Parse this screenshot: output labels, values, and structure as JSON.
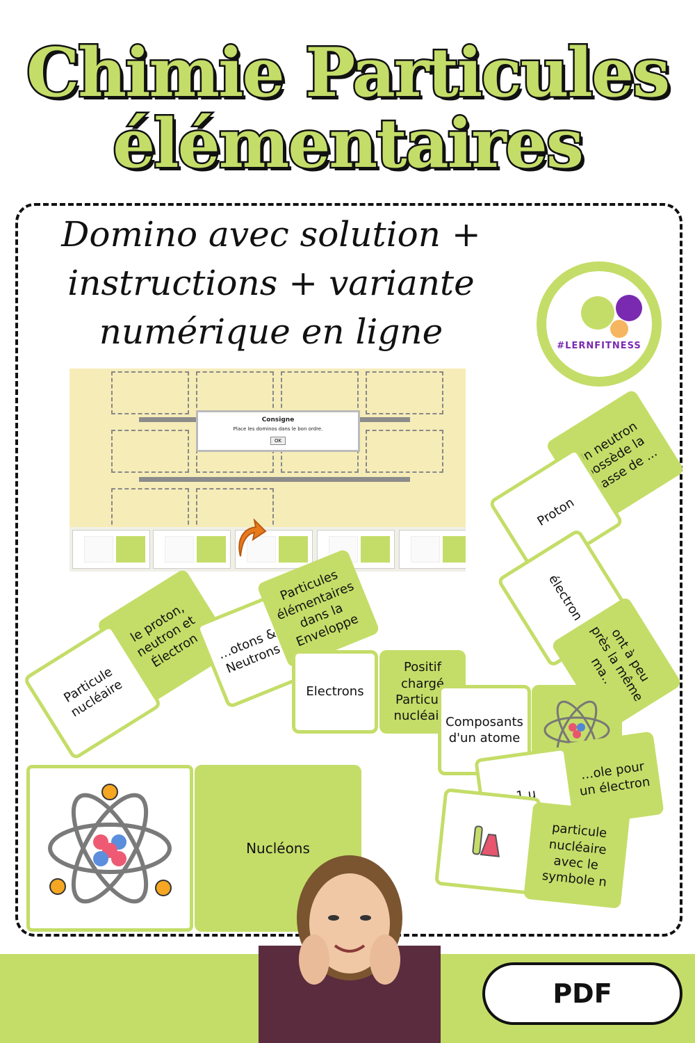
{
  "title": {
    "line1": "Chimie Particules",
    "line2": "élémentaires"
  },
  "subtitle": {
    "line1": "Domino avec solution +",
    "line2": "instructions + variante",
    "line3": "numérique en ligne"
  },
  "logo": {
    "text": "#LERNFITNESS"
  },
  "screenshot": {
    "dialog_title": "Consigne",
    "dialog_message": "Place les dominos dans le bon ordre.",
    "dialog_button": "OK"
  },
  "cards": {
    "neutron_masse": "Un neutron possède la masse de ...",
    "proton": "Proton",
    "electron_lower": "électron",
    "ont_a_peu_pres": "ont à peu près la même ma…",
    "le_proton_neutron": "le proton, neutron et Électron",
    "particule_nucleaire": "Particule nucléaire",
    "protons_neutrons": "…otons & Neutrons",
    "particules_elementaires_enveloppe": "Particules élémentaires dans la Enveloppe",
    "electrons": "Electrons",
    "positif_charge": "Positif chargé Particule nucléaire",
    "composants_atome": "Composants d'un atome",
    "symbole_electron": "…ole pour un électron",
    "one_u": "1 u",
    "particule_symbole_n": "particule nucléaire avec le symbole n",
    "nucleons": "Nucléons"
  },
  "format_button": "PDF",
  "colors": {
    "accent": "#c4dd68",
    "ink": "#111111",
    "logo_purple": "#7a2ab0",
    "logo_orange": "#f6b560"
  },
  "icons": [
    "atom-icon",
    "lab-equipment-icon",
    "cursor-arrow-icon"
  ]
}
